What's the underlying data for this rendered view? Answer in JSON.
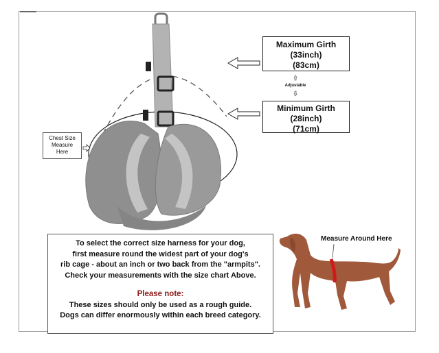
{
  "max_box": {
    "line1": "Maximum Girth",
    "line2": "(33inch)",
    "line3": "(83cm)"
  },
  "adjustable": "Adjustable",
  "min_box": {
    "line1": "Minimum Girth",
    "line2": "(28inch)",
    "line3": "(71cm)"
  },
  "chest_box": {
    "line1": "Chest Size",
    "line2": "Measure",
    "line3": "Here"
  },
  "note": {
    "p1": "To select the correct size harness for your dog,",
    "p2": "first measure round the widest part of your dog's",
    "p3": "rib cage - about an inch or two back from the \"armpits\".",
    "p4": "Check your measurements with the size chart Above.",
    "heading": "Please note:",
    "p5": "These sizes should only be used as a rough guide.",
    "p6": "Dogs can differ enormously within each breed category."
  },
  "dog_label": "Measure Around Here",
  "colors": {
    "harness": "#a6a6a6",
    "fleece": "#8f8f8f",
    "dog": "#a0593a",
    "band": "#d11a1a",
    "note_red": "#8b1a1a"
  }
}
